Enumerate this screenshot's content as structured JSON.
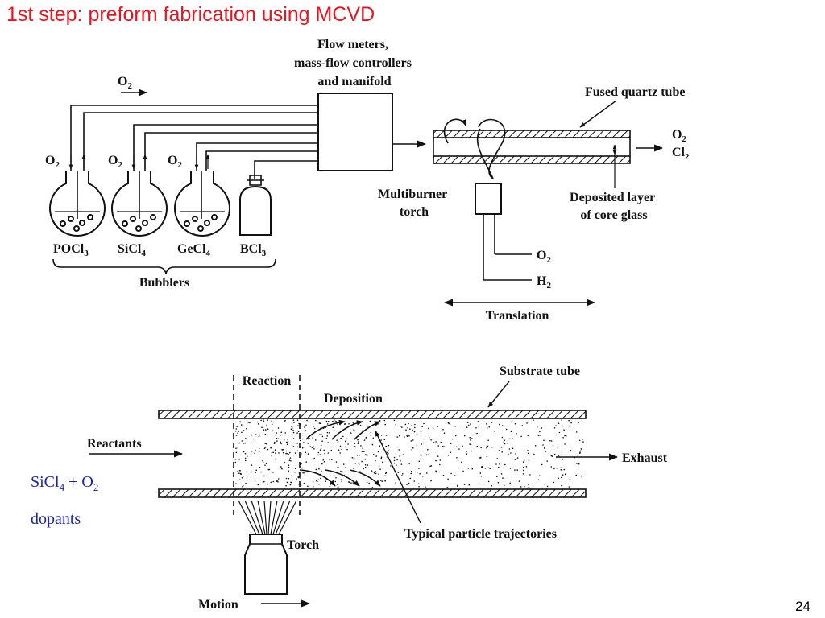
{
  "slide": {
    "title": "1st step: preform fabrication using MCVD",
    "page_number": "24"
  },
  "top_diagram": {
    "o2_inlet": {
      "main": "O",
      "sub": "2"
    },
    "flow_meters_label": [
      "Flow meters,",
      "mass-flow controllers",
      "and manifold"
    ],
    "fused_tube_label": "Fused quartz tube",
    "outlet_labels": [
      {
        "main": "O",
        "sub": "2"
      },
      {
        "main": "Cl",
        "sub": "2"
      }
    ],
    "bubbler_o2": {
      "main": "O",
      "sub": "2"
    },
    "bubblers": [
      {
        "main": "POCl",
        "sub": "3"
      },
      {
        "main": "SiCl",
        "sub": "4"
      },
      {
        "main": "GeCl",
        "sub": "4"
      },
      {
        "main": "BCl",
        "sub": "3"
      }
    ],
    "bubblers_label": "Bubblers",
    "torch_label": [
      "Multiburner",
      "torch"
    ],
    "deposit_label": [
      "Deposited layer",
      "of core glass"
    ],
    "torch_gases": [
      {
        "main": "O",
        "sub": "2"
      },
      {
        "main": "H",
        "sub": "2"
      }
    ],
    "translation_label": "Translation"
  },
  "bottom_diagram": {
    "reaction_label": "Reaction",
    "substrate_label": "Substrate tube",
    "deposition_label": "Deposition",
    "reactants_label": "Reactants",
    "exhaust_label": "Exhaust",
    "trajectories_label": "Typical particle trajectories",
    "torch_label": "Torch",
    "motion_label": "Motion"
  },
  "reactants_formula": {
    "a_main": "SiCl",
    "a_sub": "4",
    "plus": " + ",
    "b_main": "O",
    "b_sub": "2"
  },
  "dopants_label": "dopants",
  "colors": {
    "title": "#e8141e",
    "blue_text": "#1a22b8",
    "line": "#111111"
  }
}
